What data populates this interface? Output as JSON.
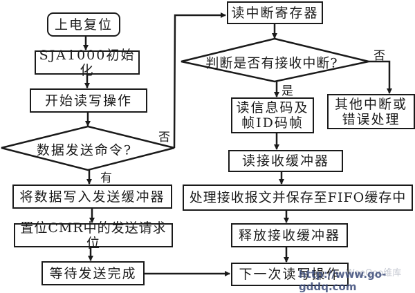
{
  "left_flow": {
    "power_on_reset": "上电复位",
    "init": "SJA1000初始化",
    "start_rw": "开始读写操作",
    "decision_send_cmd": "数据发送命令?",
    "yes_label": "有",
    "no_label": "否",
    "write_tx_buffer": "将数据写入发送缓冲器",
    "set_cmr_bit": "置位CMR中的发送请求位",
    "wait_tx_done": "等待发送完成"
  },
  "right_flow": {
    "read_interrupt_reg": "读中断寄存器",
    "decision_rx_interrupt": "判断是否有接收中断?",
    "yes_label": "是",
    "no_label": "否",
    "read_info_frame_id": "读信息码及\n帧ID码帧",
    "other_interrupt": "其他中断或\n错误处理",
    "read_rx_buffer": "读接收缓冲器",
    "process_rx_fifo": "处理接收报文并保存至FIFO缓存中",
    "release_rx_buffer": "释放接收缓冲器",
    "next_rw": "下一次读写操作"
  },
  "watermark": {
    "url": "http://www.go-gddq.com",
    "faint_text": "WeeQoo维库"
  }
}
